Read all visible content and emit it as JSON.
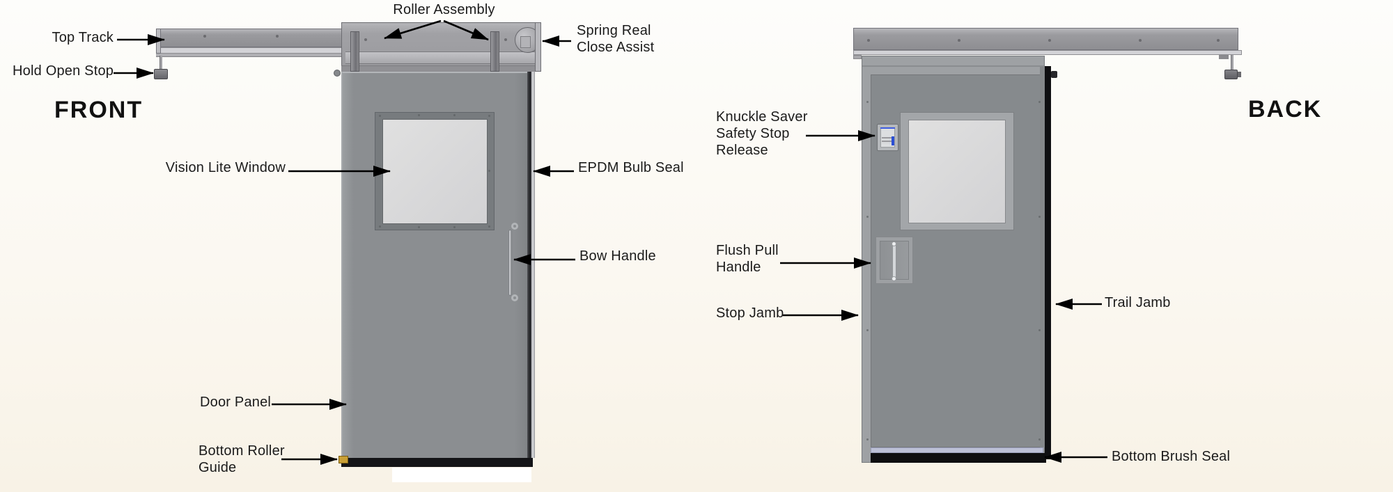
{
  "front_view": {
    "title": "FRONT",
    "labels": {
      "roller_assembly": "Roller Assembly",
      "top_track": "Top Track",
      "hold_open_stop": "Hold Open Stop",
      "spring_reel_close_assist": "Spring Real\nClose Assist",
      "vision_lite_window": "Vision Lite Window",
      "epdm_bulb_seal": "EPDM Bulb Seal",
      "bow_handle": "Bow Handle",
      "door_panel": "Door Panel",
      "bottom_roller_guide": "Bottom Roller\nGuide"
    }
  },
  "back_view": {
    "title": "BACK",
    "labels": {
      "knuckle_saver_safety_stop_release": "Knuckle Saver\nSafety Stop\nRelease",
      "flush_pull_handle": "Flush Pull\nHandle",
      "stop_jamb": "Stop Jamb",
      "trail_jamb": "Trail Jamb",
      "bottom_brush_seal": "Bottom Brush Seal"
    }
  },
  "colors": {
    "background_top": "#fdfdfb",
    "background_bottom": "#f8f2e6",
    "track_gray": "#98989c",
    "door_gray": "#8b8e91",
    "back_door_frame_gray": "#9ea1a4",
    "back_door_panel_gray": "#868a8d",
    "window_frame_gray": "#777b7e",
    "glass_gray": "#d6d6d8",
    "epdm_seal_dark": "#26272a",
    "brush_seal_black": "#0e0e10",
    "bottom_sweep_lavender": "#bcc0d6",
    "bottom_roller_guide_yellow": "#c99f35",
    "release_button_blue": "#2b4fd4",
    "label_text": "#1b1b1b"
  }
}
